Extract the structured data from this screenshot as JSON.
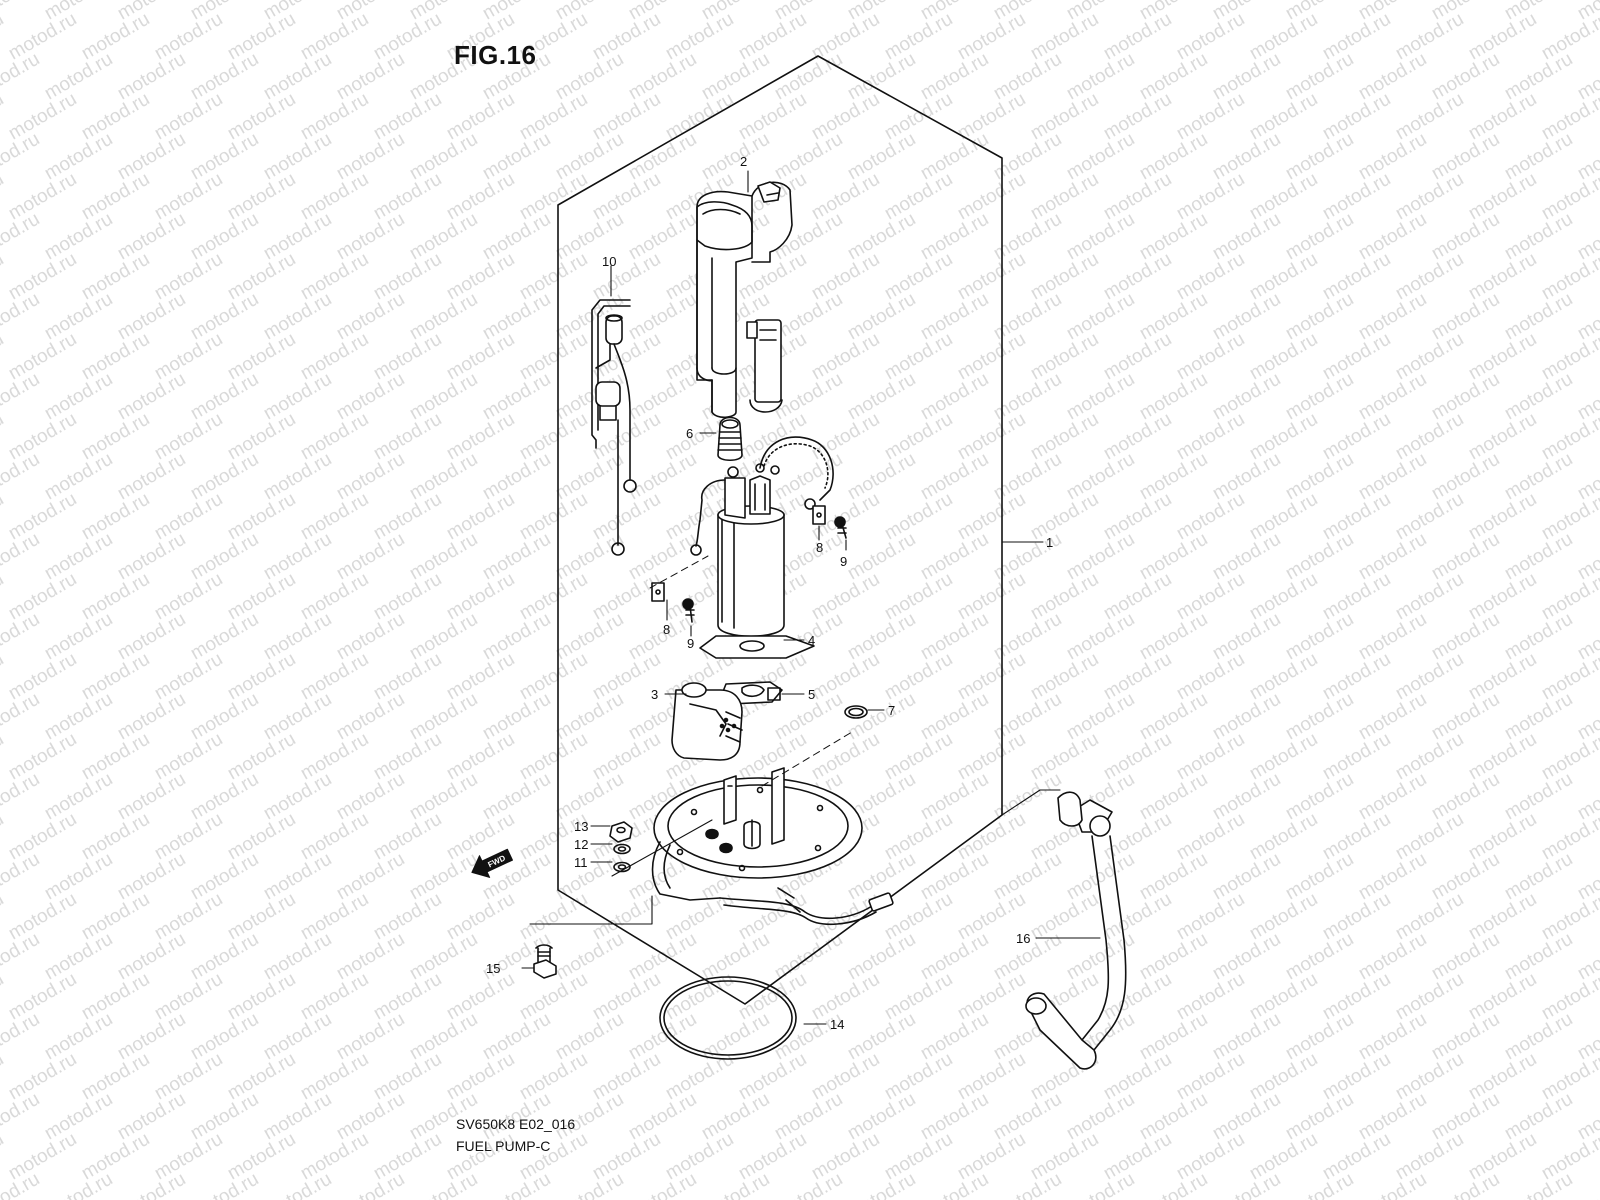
{
  "figure": {
    "title": "FIG.16",
    "drawing_code": "SV650K8 E02_016",
    "drawing_name": "FUEL PUMP-C"
  },
  "watermark": {
    "text": "motod.ru",
    "color": "#d9d9d9"
  },
  "direction_badge": {
    "text": "FWD"
  },
  "callouts": [
    {
      "id": "1",
      "label": "1"
    },
    {
      "id": "2",
      "label": "2"
    },
    {
      "id": "3",
      "label": "3"
    },
    {
      "id": "4",
      "label": "4"
    },
    {
      "id": "5",
      "label": "5"
    },
    {
      "id": "6",
      "label": "6"
    },
    {
      "id": "7",
      "label": "7"
    },
    {
      "id": "8a",
      "label": "8"
    },
    {
      "id": "9a",
      "label": "9"
    },
    {
      "id": "8b",
      "label": "8"
    },
    {
      "id": "9b",
      "label": "9"
    },
    {
      "id": "10",
      "label": "10"
    },
    {
      "id": "11",
      "label": "11"
    },
    {
      "id": "12",
      "label": "12"
    },
    {
      "id": "13",
      "label": "13"
    },
    {
      "id": "14",
      "label": "14"
    },
    {
      "id": "15",
      "label": "15"
    },
    {
      "id": "16",
      "label": "16"
    }
  ]
}
